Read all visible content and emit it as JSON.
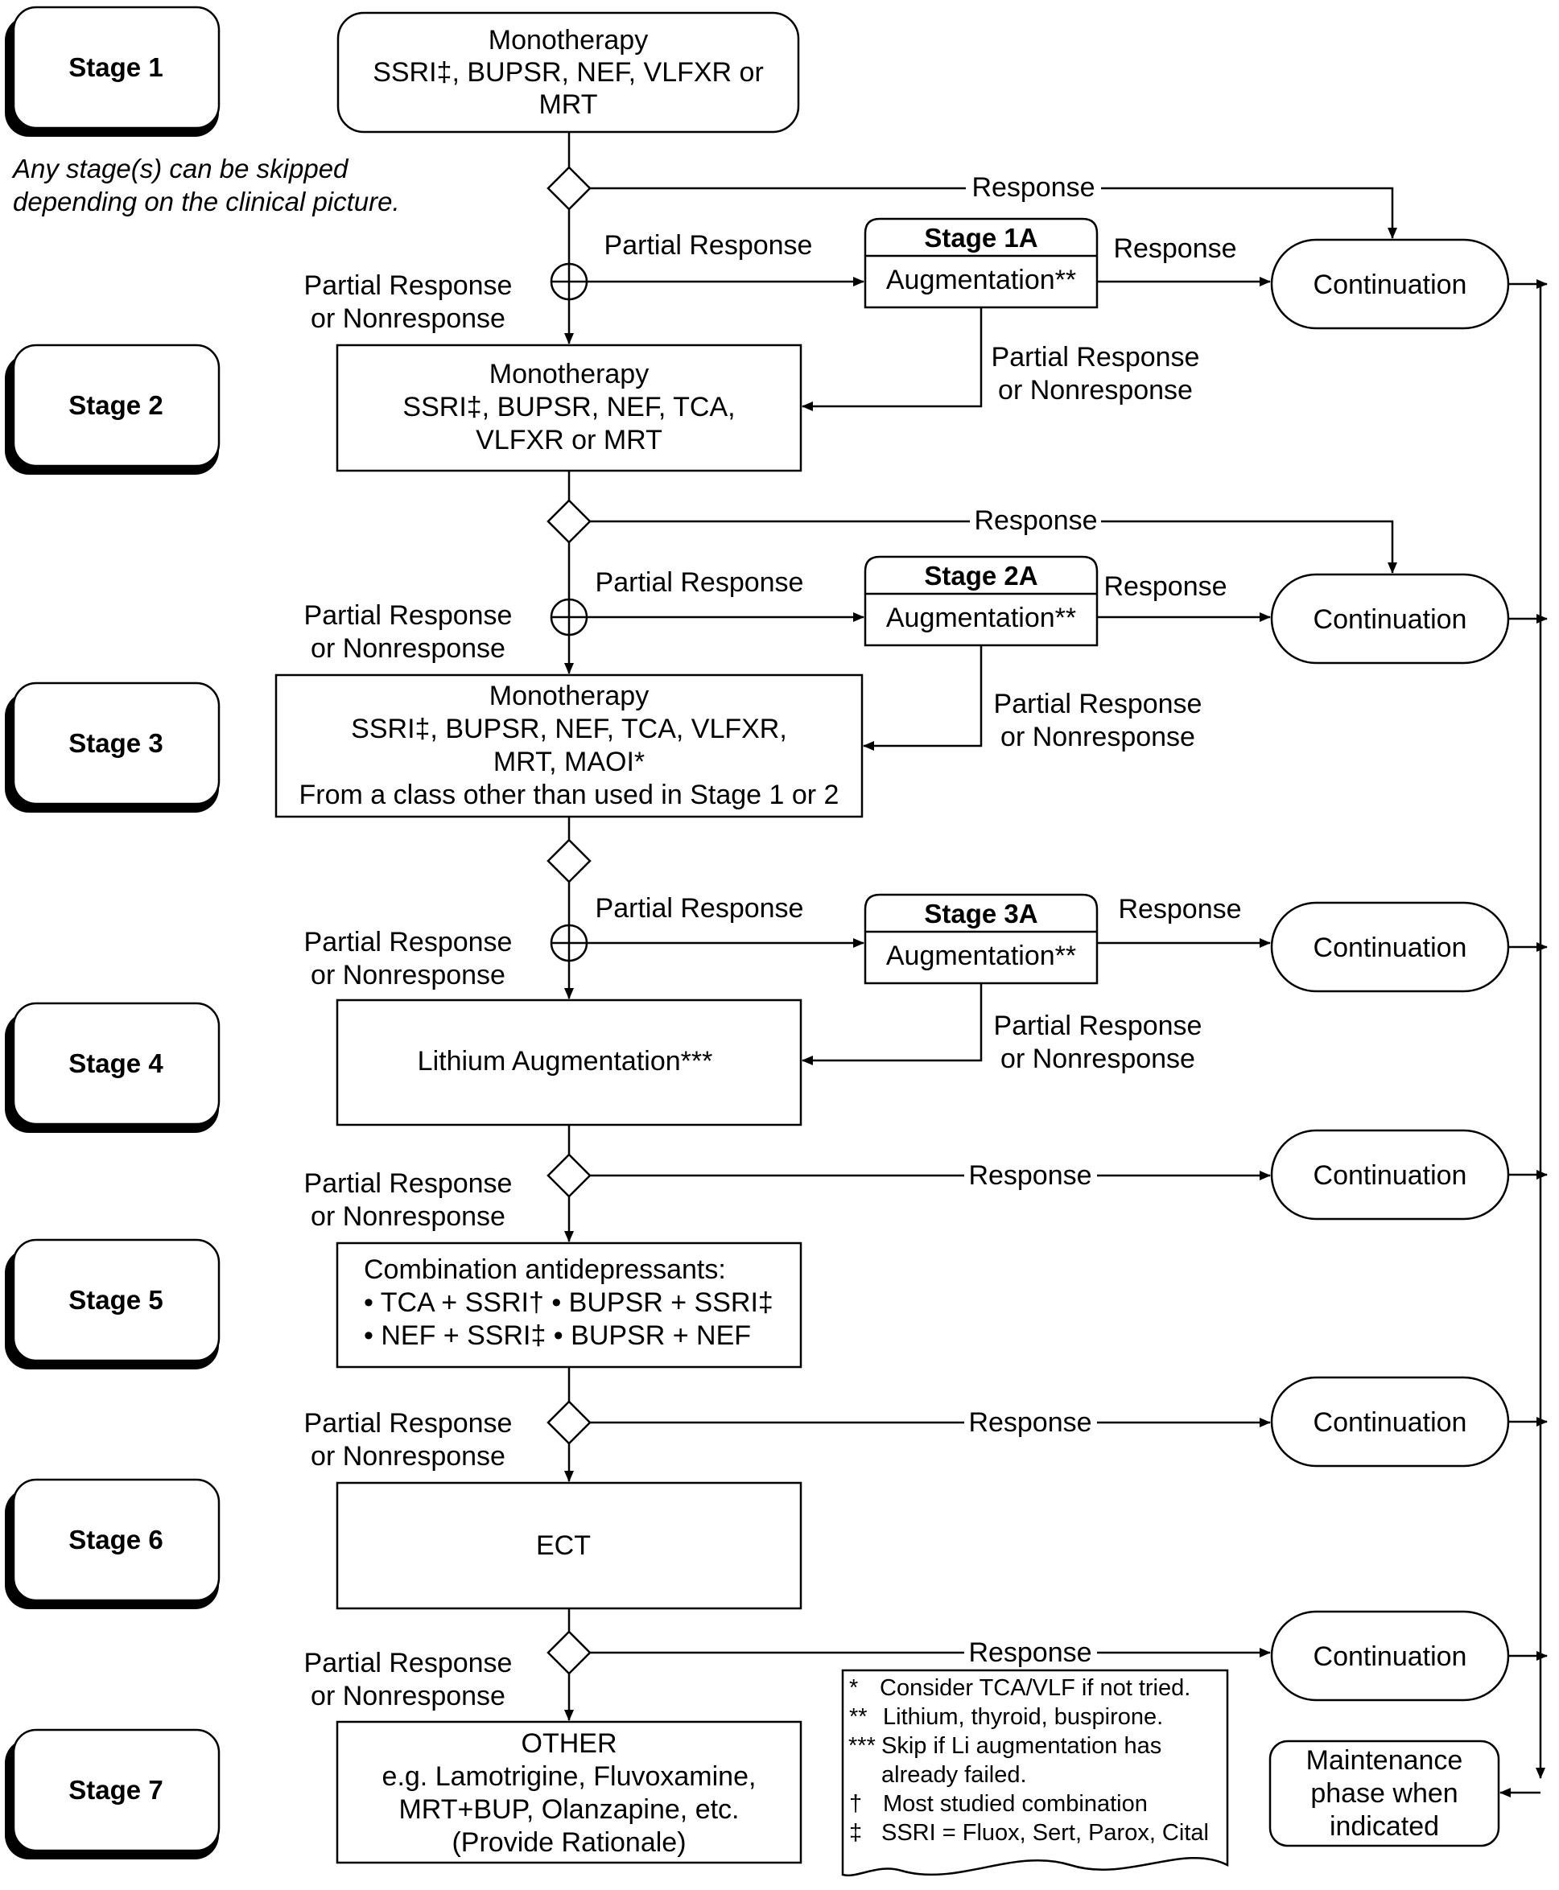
{
  "stages": {
    "s1": "Stage 1",
    "s2": "Stage 2",
    "s3": "Stage 3",
    "s4": "Stage 4",
    "s5": "Stage 5",
    "s6": "Stage 6",
    "s7": "Stage 7",
    "s1a": "Stage 1A",
    "s2a": "Stage 2A",
    "s3a": "Stage 3A"
  },
  "skip_note": [
    "Any stage(s) can be skipped",
    "depending on the clinical picture."
  ],
  "boxes": {
    "stage1": [
      "Monotherapy",
      "SSRI‡, BUPSR, NEF, VLFXR or",
      "MRT"
    ],
    "stage2": [
      "Monotherapy",
      "SSRI‡, BUPSR, NEF, TCA,",
      "VLFXR or MRT"
    ],
    "stage3": [
      "Monotherapy",
      "SSRI‡, BUPSR, NEF, TCA, VLFXR,",
      "MRT, MAOI*",
      "From a class other than used in Stage 1 or 2"
    ],
    "stage4": "Lithium Augmentation***",
    "stage5": [
      "Combination antidepressants:",
      "• TCA + SSRI†  • BUPSR + SSRI‡",
      "• NEF + SSRI‡ • BUPSR + NEF"
    ],
    "stage6": "ECT",
    "stage7": [
      "OTHER",
      "e.g. Lamotrigine, Fluvoxamine,",
      "MRT+BUP, Olanzapine, etc.",
      "(Provide Rationale)"
    ],
    "augmentation": "Augmentation**"
  },
  "labels": {
    "response": "Response",
    "partial_response": "Partial Response",
    "partial_or_non_1": "Partial Response",
    "partial_or_non_2": "or Nonresponse",
    "continuation": "Continuation",
    "maintenance": [
      "Maintenance",
      "phase when",
      "indicated"
    ]
  },
  "notes": [
    {
      "sym": "*",
      "text": "Consider TCA/VLF if not tried."
    },
    {
      "sym": "**",
      "text": "Lithium, thyroid, buspirone."
    },
    {
      "sym": "***",
      "text": "Skip if Li augmentation has"
    },
    {
      "sym": "",
      "text": "already failed."
    },
    {
      "sym": "†",
      "text": "Most studied combination"
    },
    {
      "sym": "‡",
      "text": "SSRI = Fluox, Sert, Parox, Cital"
    }
  ]
}
